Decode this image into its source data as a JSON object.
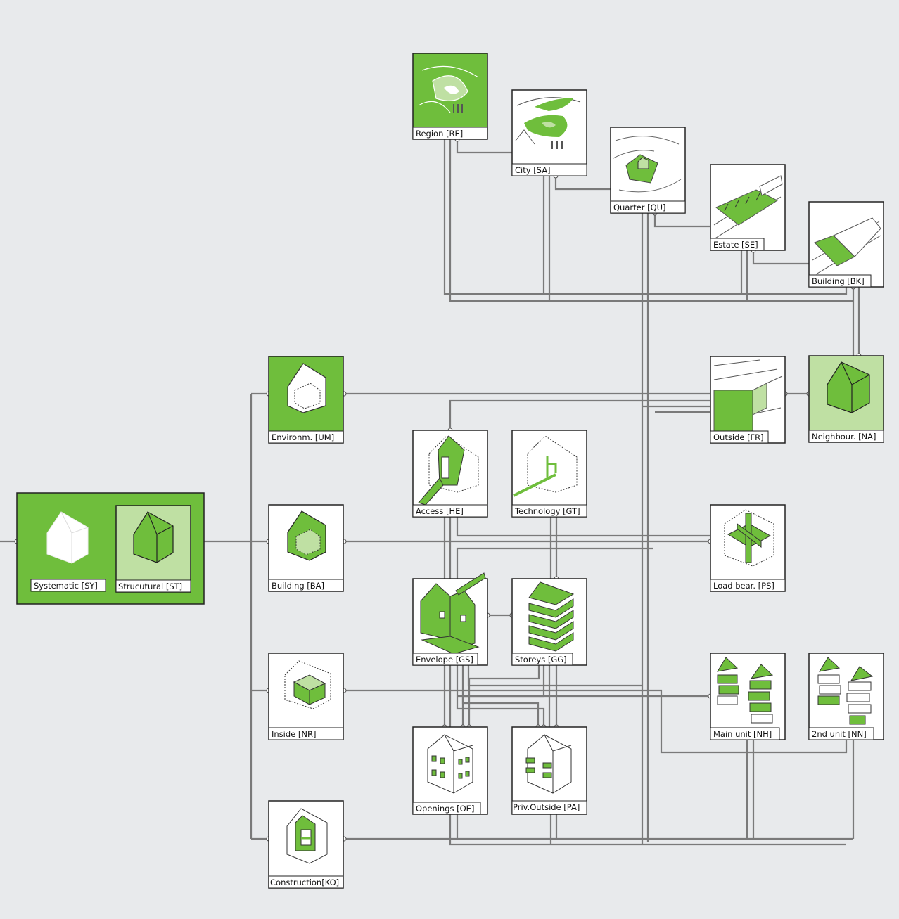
{
  "colors": {
    "background": "#e8eaec",
    "green": "#6fbe3c",
    "light_green": "#bfe0a3",
    "line": "#7a7a7a",
    "frame": "#222222"
  },
  "nodes": {
    "re": {
      "label": "Region [RE]",
      "icon": "region-map-icon",
      "style": "green"
    },
    "sa": {
      "label": "City [SA]",
      "icon": "city-map-icon",
      "style": "white"
    },
    "qu": {
      "label": "Quarter [QU]",
      "icon": "quarter-map-icon",
      "style": "white"
    },
    "se": {
      "label": "Estate [SE]",
      "icon": "estate-rowhouses-icon",
      "style": "white"
    },
    "bk": {
      "label": "Building [BK]",
      "icon": "building-block-icon",
      "style": "white"
    },
    "um": {
      "label": "Environm. [UM]",
      "icon": "house-outline-icon",
      "style": "green"
    },
    "fr": {
      "label": "Outside [FR]",
      "icon": "outside-space-icon",
      "style": "white"
    },
    "na": {
      "label": "Neighbour. [NA]",
      "icon": "neighbour-house-icon",
      "style": "light"
    },
    "he": {
      "label": "Access [HE]",
      "icon": "access-stair-icon",
      "style": "white"
    },
    "gt": {
      "label": "Technology [GT]",
      "icon": "technology-pipe-icon",
      "style": "white"
    },
    "sy": {
      "label": "Systematic [SY]",
      "icon": "white-house-icon",
      "style": "green"
    },
    "st": {
      "label": "Strucutural [ST]",
      "icon": "green-house-icon",
      "style": "light"
    },
    "ba": {
      "label": "Building [BA]",
      "icon": "building-house-icon",
      "style": "white"
    },
    "ps": {
      "label": "Load bear. [PS]",
      "icon": "load-bearing-icon",
      "style": "white"
    },
    "gs": {
      "label": "Envelope [GS]",
      "icon": "envelope-exploded-icon",
      "style": "white"
    },
    "gg": {
      "label": "Storeys [GG]",
      "icon": "storeys-stack-icon",
      "style": "white"
    },
    "nr": {
      "label": "Inside [NR]",
      "icon": "inside-box-icon",
      "style": "white"
    },
    "nh": {
      "label": "Main unit [NH]",
      "icon": "main-unit-icon",
      "style": "white"
    },
    "nn": {
      "label": "2nd unit [NN]",
      "icon": "second-unit-icon",
      "style": "white"
    },
    "oe": {
      "label": "Openings [OE]",
      "icon": "openings-house-icon",
      "style": "white"
    },
    "pa": {
      "label": "Priv.Outside [PA]",
      "icon": "balcony-house-icon",
      "style": "white"
    },
    "ko": {
      "label": "Construction[KO]",
      "icon": "construction-section-icon",
      "style": "white"
    }
  }
}
